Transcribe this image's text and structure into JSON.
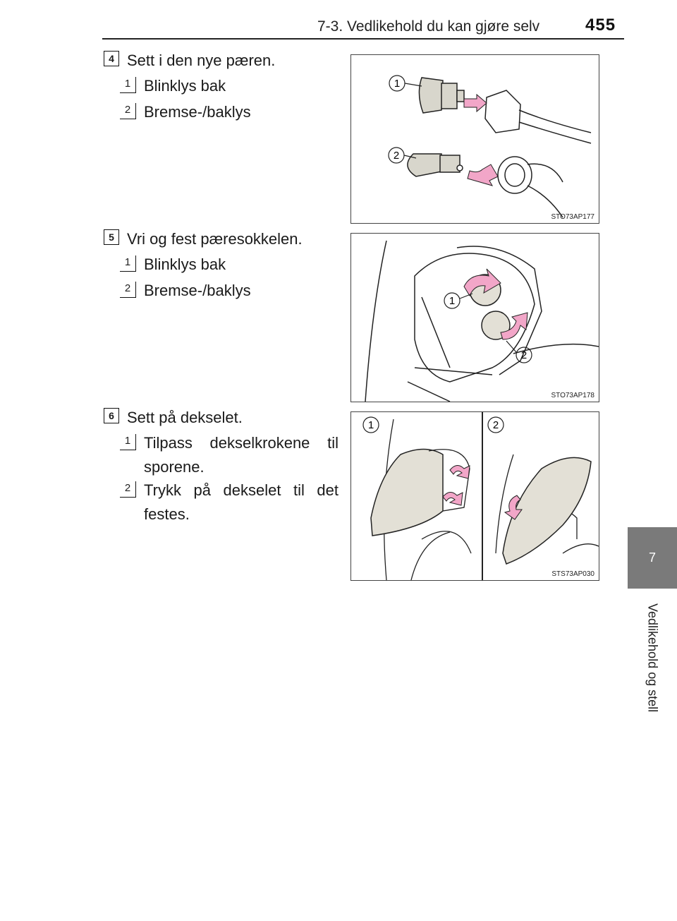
{
  "header": {
    "section": "7-3. Vedlikehold du kan gjøre selv",
    "page_number": "455"
  },
  "side_tab": {
    "chapter": "7",
    "label": "Vedlikehold og stell"
  },
  "steps": [
    {
      "number": "4",
      "title": "Sett i den nye pæren.",
      "items": [
        {
          "number": "1",
          "text": "Blinklys bak"
        },
        {
          "number": "2",
          "text": "Bremse-/baklys"
        }
      ],
      "figure_code": "STO73AP177"
    },
    {
      "number": "5",
      "title": "Vri og fest pæresokkelen.",
      "items": [
        {
          "number": "1",
          "text": "Blinklys bak"
        },
        {
          "number": "2",
          "text": "Bremse-/baklys"
        }
      ],
      "figure_code": "STO73AP178"
    },
    {
      "number": "6",
      "title": "Sett på dekselet.",
      "items": [
        {
          "number": "1",
          "text": "Tilpass dekselkrokene til sporene."
        },
        {
          "number": "2",
          "text": "Trykk på dekselet til det festes."
        }
      ],
      "figure_code": "STS73AP030"
    }
  ],
  "callouts": {
    "one": "1",
    "two": "2"
  },
  "colors": {
    "arrow_pink": "#f2a6c8",
    "tab_gray": "#7a7a7a",
    "cover_fill": "#e3e0d6"
  }
}
